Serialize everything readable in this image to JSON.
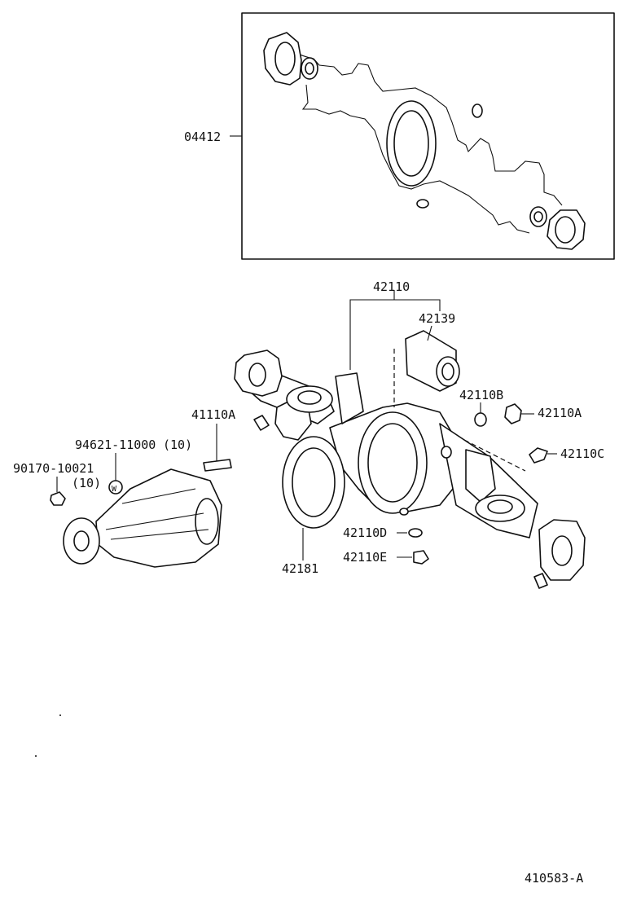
{
  "labels": {
    "kit": "04412",
    "housing": "42110",
    "tube": "42139",
    "plug_b": "42110B",
    "plug_a": "42110A",
    "breather": "42110C",
    "stud": "41110A",
    "washer": "94621-11000",
    "washer_qty": "(10)",
    "nut": "90170-10021",
    "nut_qty": "(10)",
    "plug_d": "42110D",
    "plug_e": "42110E",
    "gasket": "42181",
    "washer_glyph": "W",
    "drawing_no": "410583-A"
  }
}
